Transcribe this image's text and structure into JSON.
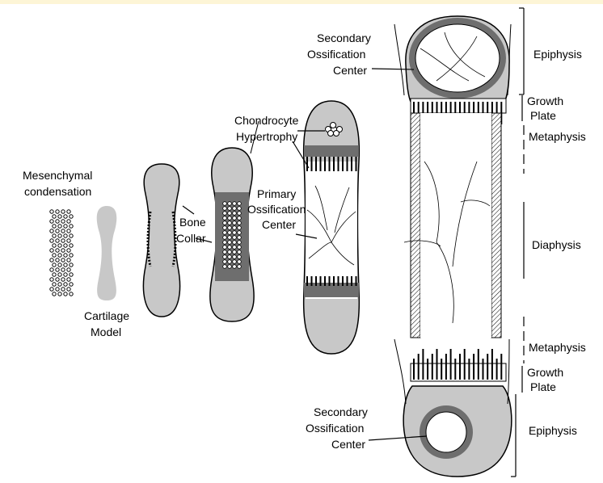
{
  "colors": {
    "cartilage": "#c8c8c8",
    "ink": "#000000",
    "dark_bone": "#6e6e6e",
    "top_band": "#fdf5d6"
  },
  "labels": {
    "mesenchymal": [
      "Mesenchymal",
      "condensation"
    ],
    "cartilage_model": [
      "Cartilage",
      "Model"
    ],
    "bone_collar": [
      "Bone",
      "Collar"
    ],
    "chondrocyte": [
      "Chondrocyte",
      "Hypertrophy"
    ],
    "primary_center": [
      "Primary",
      "Ossification",
      "Center"
    ],
    "secondary_center_top": [
      "Secondary",
      "Ossification",
      "Center"
    ],
    "secondary_center_bottom": [
      "Secondary",
      "Ossification",
      "Center"
    ]
  },
  "zones": {
    "epiphysis_top": "Epiphysis",
    "growth_plate_top": [
      "Growth",
      "Plate"
    ],
    "metaphysis_top": "Metaphysis",
    "diaphysis": "Diaphysis",
    "metaphysis_bottom": "Metaphysis",
    "growth_plate_bottom": [
      "Growth",
      "Plate"
    ],
    "epiphysis_bottom": "Epiphysis"
  }
}
